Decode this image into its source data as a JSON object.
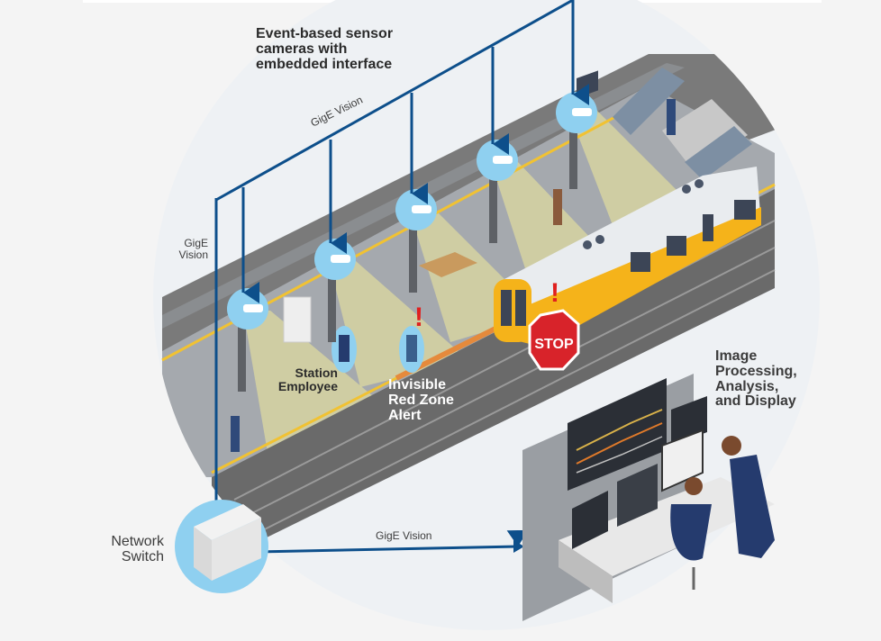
{
  "labels": {
    "cameras": [
      "Event-based sensor",
      "cameras with",
      "embedded interface"
    ],
    "gige_top": "GigE Vision",
    "gige_left": [
      "GigE",
      "Vision"
    ],
    "gige_bottom": "GigE Vision",
    "station_employee": [
      "Station",
      "Employee"
    ],
    "red_zone": [
      "Invisible",
      "Red Zone",
      "Alert"
    ],
    "image_processing": [
      "Image",
      "Processing,",
      "Analysis,",
      "and Display"
    ],
    "network_switch": [
      "Network",
      "Switch"
    ],
    "stop_sign": "STOP",
    "alert_mark": "!"
  },
  "colors": {
    "link_blue": "#0d4f8b",
    "camera_circle": "#8fd0f0",
    "platform": "#9a9ea3",
    "track": "#6e6e6e",
    "yellow_line": "#f1c232",
    "train_yellow": "#f5b31a",
    "alert_red": "#e0201f",
    "uniform_navy": "#253b6e"
  },
  "icons": [
    "cctv-camera-icon",
    "stop-sign-icon",
    "alert-exclamation-icon",
    "network-switch-icon",
    "train-icon",
    "control-room-icon",
    "escalator-icon",
    "person-icon"
  ]
}
